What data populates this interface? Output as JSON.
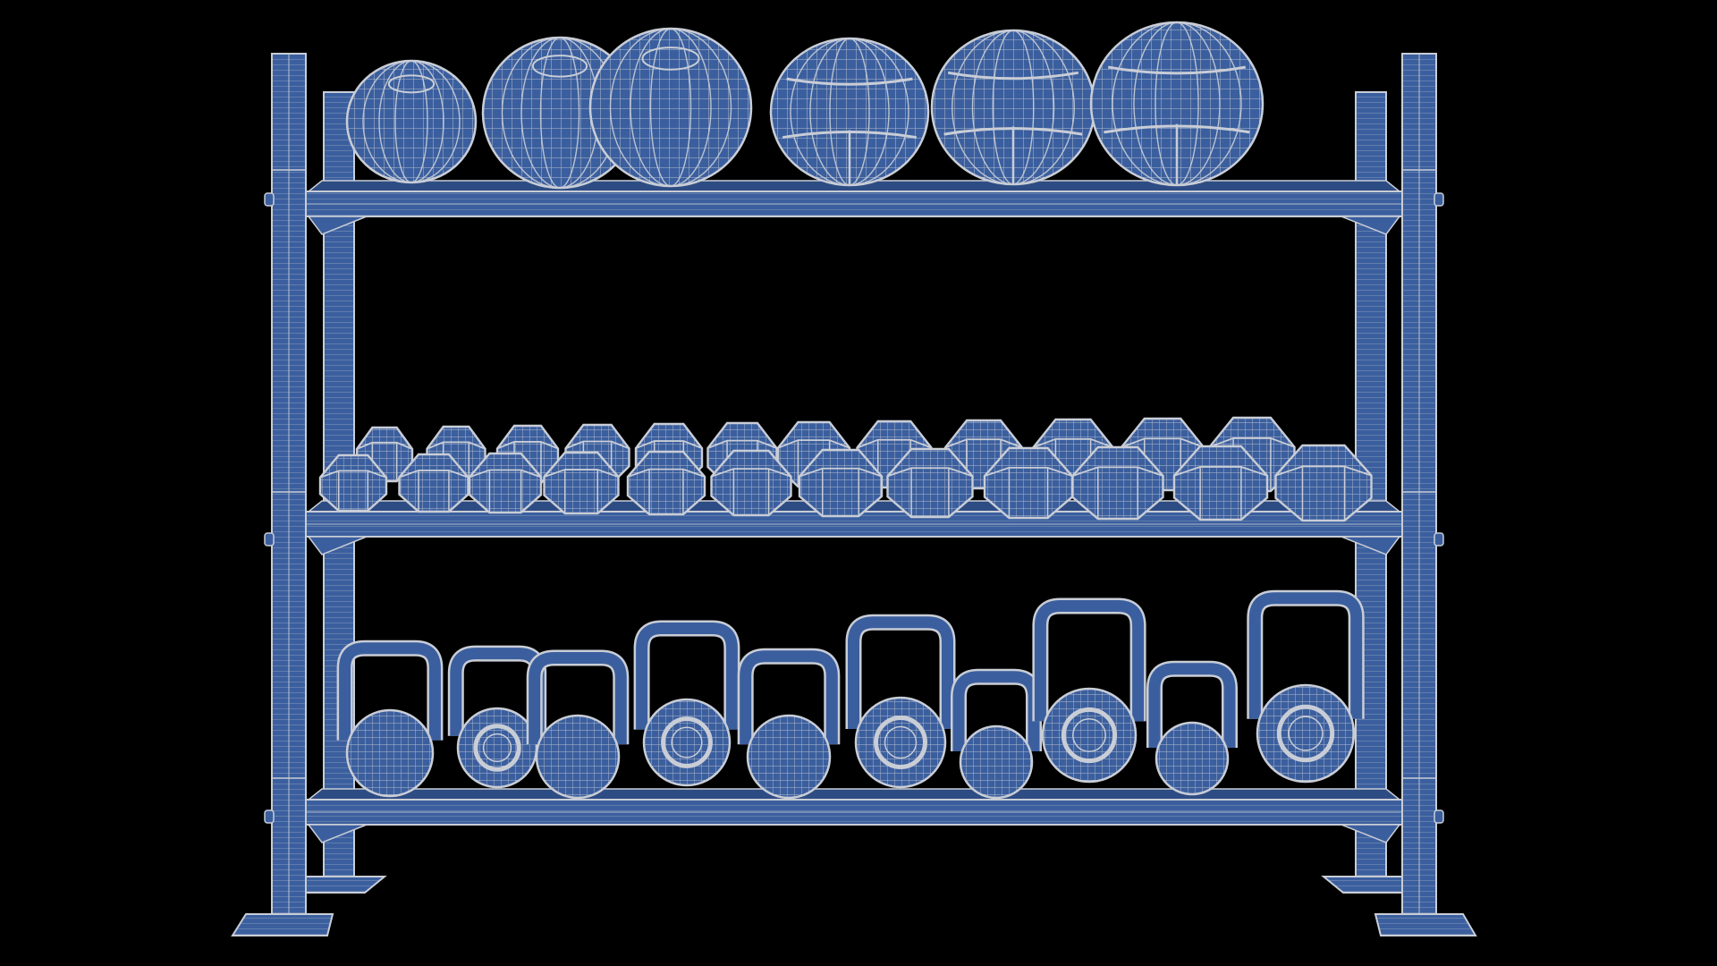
{
  "scene": {
    "subject": "gym-storage-rack-wireframe",
    "colors": {
      "background": "#000000",
      "fill": "#3b5f9e",
      "fill_dark": "#2e4c84",
      "wire": "#c9cdd6",
      "wire_dim": "#8f9bb5"
    },
    "shelves": [
      {
        "name": "top-shelf",
        "holds": "medicine-ball",
        "count": 6
      },
      {
        "name": "middle-shelf",
        "holds": "hex-dumbbell",
        "count": 12
      },
      {
        "name": "bottom-shelf",
        "holds": "kettlebell",
        "count": 10
      }
    ]
  }
}
